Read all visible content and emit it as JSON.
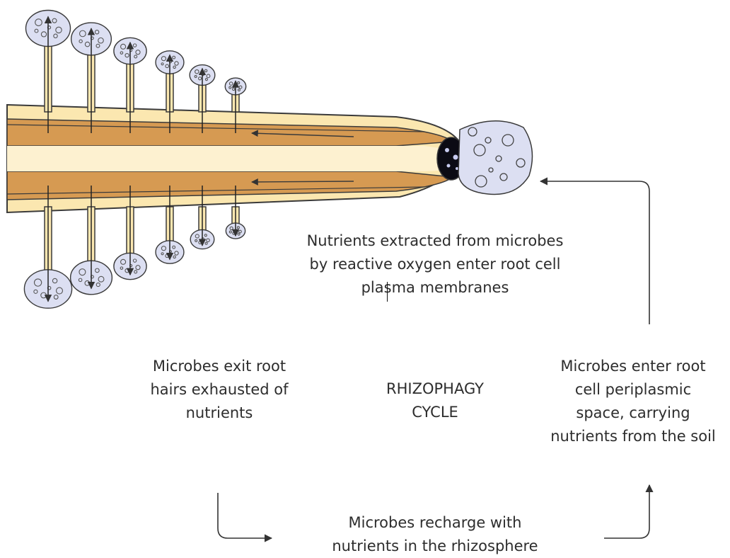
{
  "labels": {
    "extracted": [
      "Nutrients extracted from microbes",
      "by reactive oxygen enter root cell",
      "plasma membranes"
    ],
    "exit": [
      "Microbes exit root",
      "hairs exhausted of",
      "nutrients"
    ],
    "cycle": [
      "RHIZOPHAGY",
      "CYCLE"
    ],
    "enter": [
      "Microbes enter root",
      "cell periplasmic",
      "space, carrying",
      "nutrients from the soil"
    ],
    "recharge": [
      "Microbes recharge with",
      "nutrients in the rhizosphere"
    ]
  },
  "colors": {
    "root_outer": "#fbe7b0",
    "root_core": "#fdf1d0",
    "cortex": "#d69a52",
    "microbe_fill": "#dcdff2",
    "outline": "#3a3a3a",
    "tip_dark": "#0b0b14"
  }
}
